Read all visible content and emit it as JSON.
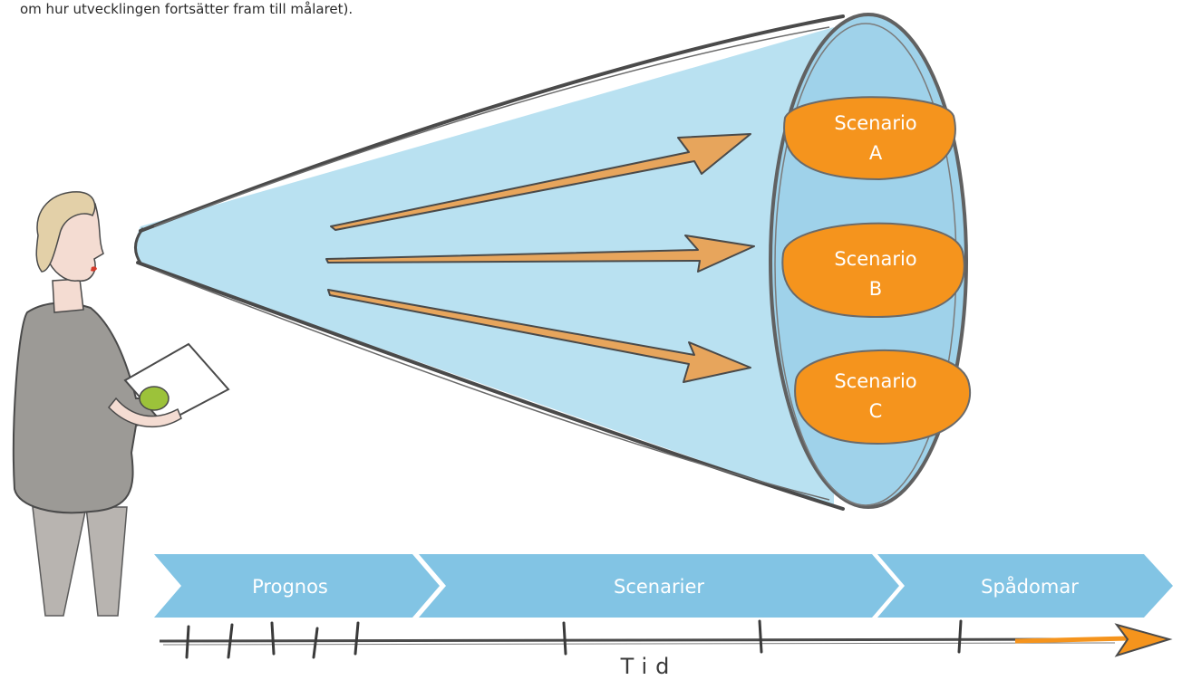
{
  "caption": "om hur utvecklingen fortsätter fram till målaret).",
  "scenarios": [
    {
      "line1": "Scenario",
      "line2": "A"
    },
    {
      "line1": "Scenario",
      "line2": "B"
    },
    {
      "line1": "Scenario",
      "line2": "C"
    }
  ],
  "stages": [
    "Prognos",
    "Scenarier",
    "Spådomar"
  ],
  "time_label": "Tid",
  "colors": {
    "cone_fill": "#b9e1f1",
    "ellipse_fill": "#9fd2ea",
    "scenario_fill": "#f5941d",
    "arrow_fill": "#e7a55c",
    "stage_fill": "#82c4e4",
    "outline": "#4a4a4a"
  },
  "icons": [
    "person-reading-icon",
    "document-icon",
    "timeline-arrow-icon"
  ]
}
